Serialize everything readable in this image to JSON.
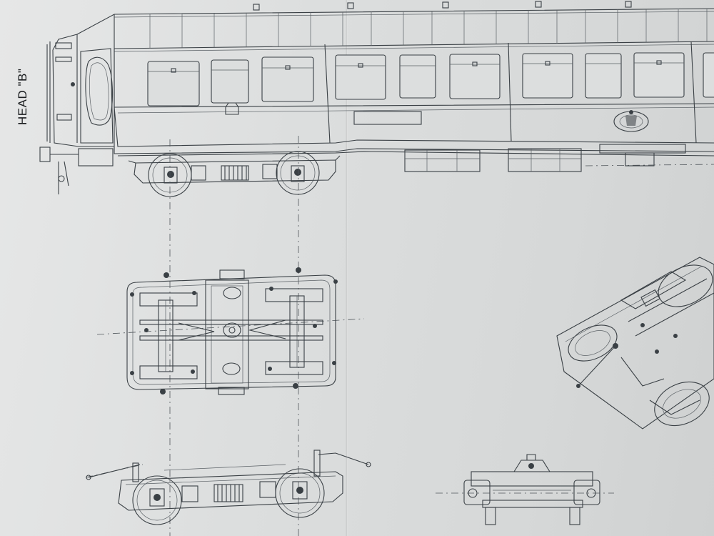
{
  "drawing": {
    "label": "HEAD \"B\"",
    "colors": {
      "paper": "#dcdede",
      "ink": "#3a4045"
    },
    "views": [
      "side-elevation",
      "bogie-plan",
      "bogie-side",
      "bogie-end",
      "bogie-isometric"
    ]
  }
}
